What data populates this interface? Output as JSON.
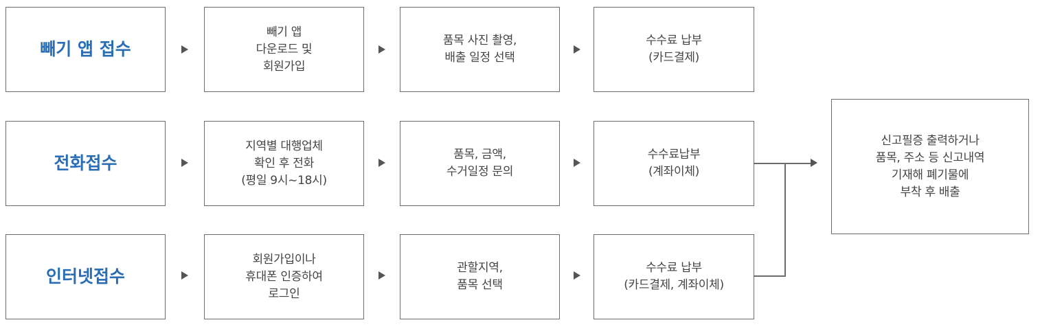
{
  "rows": [
    {
      "channel": "빼기 앱 접수",
      "steps": [
        "빼기 앱\n다운로드 및\n회원가입",
        "품목 사진 촬영,\n배출 일정 선택",
        "수수료 납부\n(카드결제)"
      ]
    },
    {
      "channel": "전화접수",
      "steps": [
        "지역별 대행업체\n확인 후 전화\n(평일 9시~18시)",
        "품목, 금액,\n수거일정 문의",
        "수수료납부\n(계좌이체)"
      ]
    },
    {
      "channel": "인터넷접수",
      "steps": [
        "회원가입이나\n휴대폰 인증하여\n로그인",
        "관할지역,\n품목 선택",
        "수수료 납부\n(카드결제, 계좌이체)"
      ]
    }
  ],
  "final_step": "신고필증 출력하거나\n품목, 주소 등 신고내역\n기재해 폐기물에\n부착 후 배출",
  "colors": {
    "channel_text": "#2a6db4",
    "step_text": "#444444",
    "border": "#6b6b6b",
    "arrow": "#555555"
  }
}
